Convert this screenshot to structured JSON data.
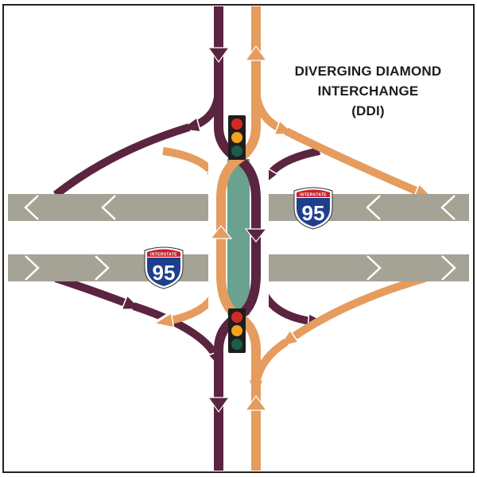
{
  "title": {
    "line1": "DIVERGING DIAMOND",
    "line2": "INTERCHANGE",
    "line3": "(DDI)"
  },
  "shields": [
    {
      "top_text": "INTERSTATE",
      "number": "95"
    },
    {
      "top_text": "INTERSTATE",
      "number": "95"
    }
  ],
  "colors": {
    "purple": "#5b2440",
    "orange": "#e59c5e",
    "highway": "#a5a396",
    "median": "#6aa18f",
    "shield_blue": "#1f3f8c",
    "shield_red": "#c8202e",
    "signal_red": "#d52a24",
    "signal_yellow": "#f2a21d",
    "signal_green": "#1c5c49"
  }
}
